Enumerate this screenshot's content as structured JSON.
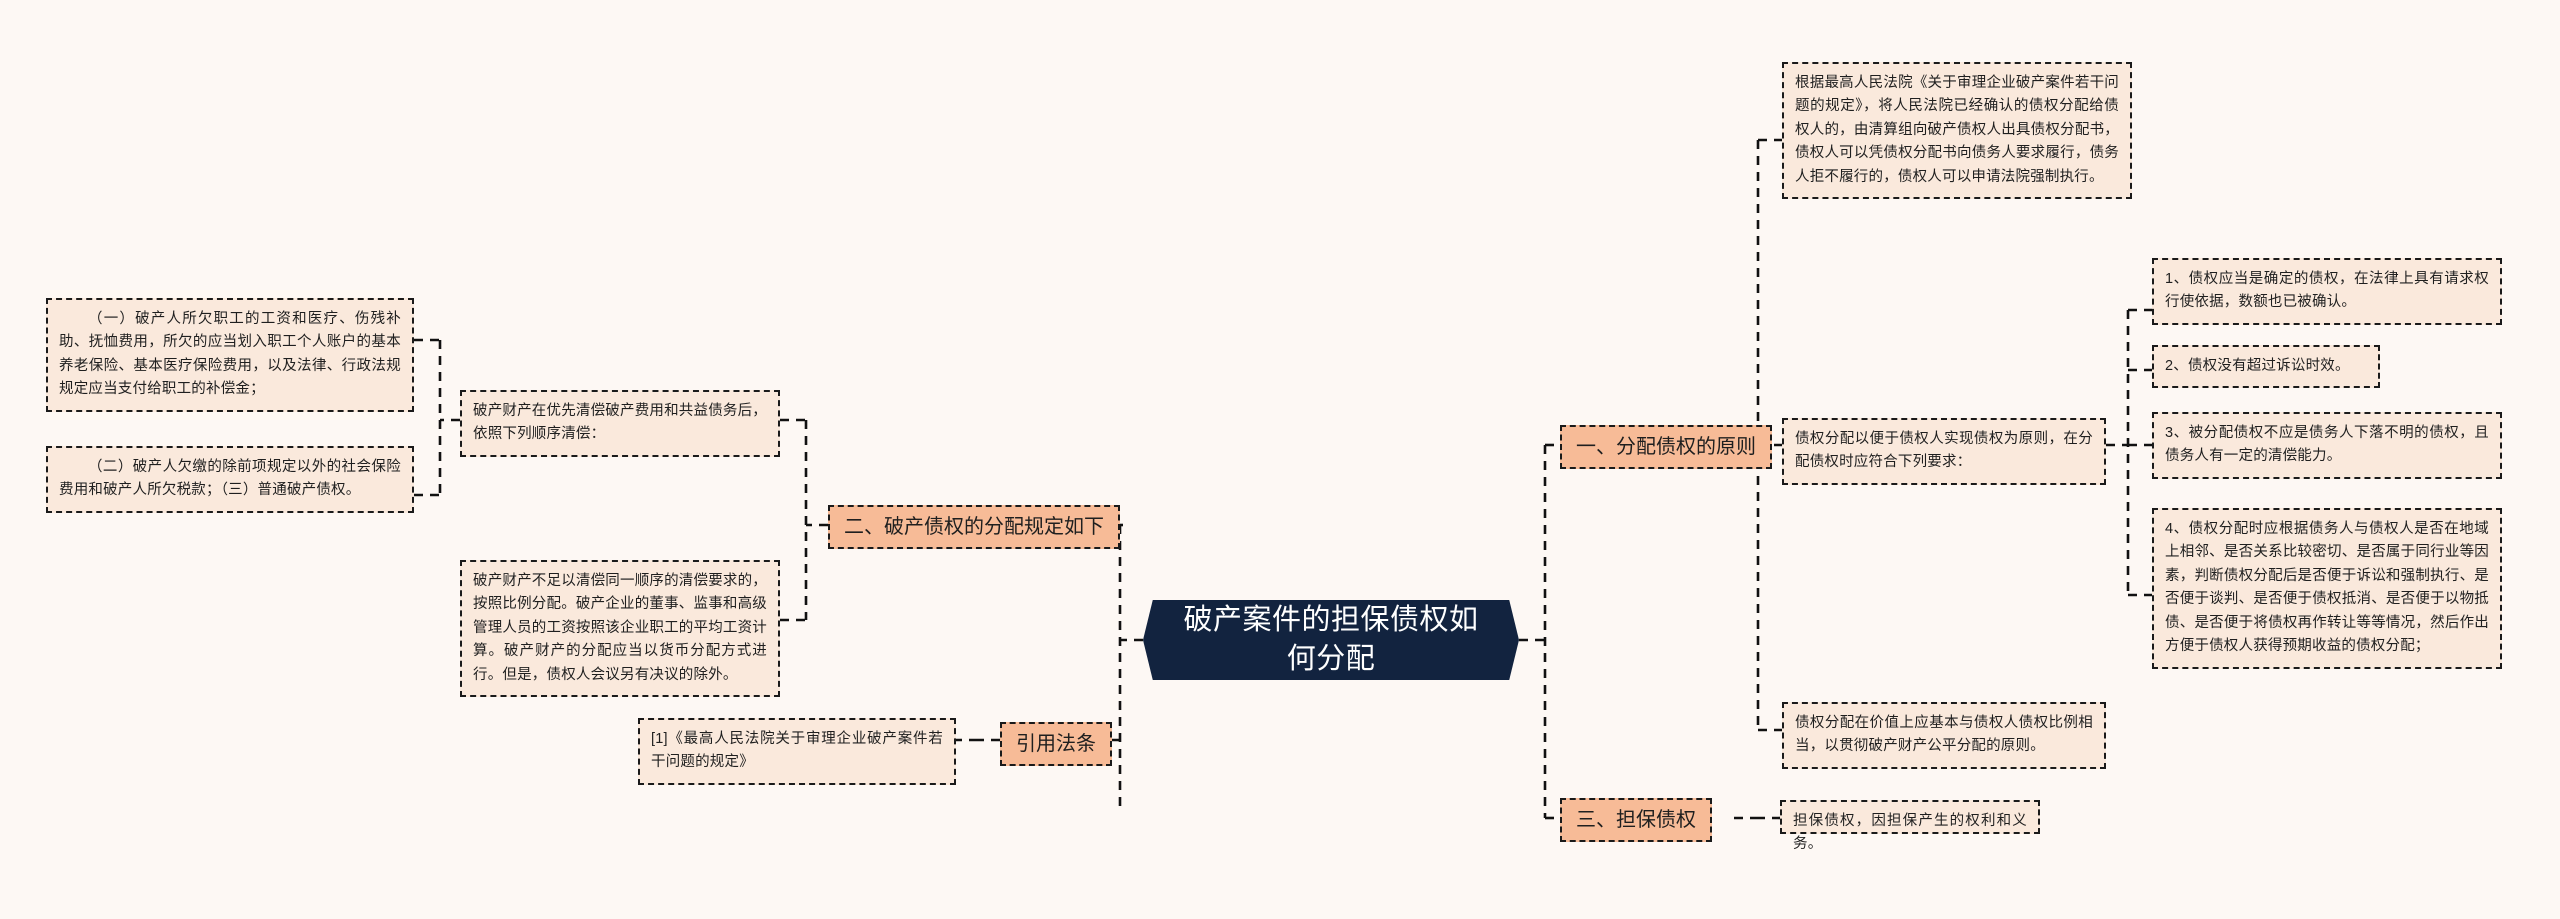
{
  "mindmap": {
    "title": "破产案件的担保债权如何分配",
    "colors": {
      "canvas_background": "#fdf8f4",
      "root_fill": "#12233f",
      "root_text": "#ffffff",
      "branch_fill": "#f7bb97",
      "leaf_fill": "#fae9dc",
      "border": "#1a1a1a",
      "connector": "#111111"
    },
    "root": {
      "label": "破产案件的担保债权如何分配"
    },
    "branches": {
      "principle": {
        "label": "一、分配债权的原则"
      },
      "distribution_rules": {
        "label": "二、破产债权的分配规定如下"
      },
      "secured_claims": {
        "label": "三、担保债权"
      },
      "cited_law": {
        "label": "引用法条"
      }
    },
    "leaves": {
      "top_right_basis": "根据最高人民法院《关于审理企业破产案件若干问题的规定》，将人民法院已经确认的债权分配给债权人的，由清算组向破产债权人出具债权分配书，债权人可以凭债权分配书向债务人要求履行，债务人拒不履行的，债权人可以申请法院强制执行。",
      "principle_intro": "债权分配以便于债权人实现债权为原则，在分配债权时应符合下列要求：",
      "principle_items": [
        "1、债权应当是确定的债权，在法律上具有请求权行使依据，数额也已被确认。",
        "2、债权没有超过诉讼时效。",
        "3、被分配债权不应是债务人下落不明的债权，且债务人有一定的清偿能力。",
        "4、债权分配时应根据债务人与债权人是否在地域上相邻、是否关系比较密切、是否属于同行业等因素，判断债权分配后是否便于诉讼和强制执行、是否便于谈判、是否便于债权抵消、是否便于以物抵债、是否便于将债权再作转让等等情况，然后作出方便于债权人获得预期收益的债权分配；"
      ],
      "principle_fairness": "债权分配在价值上应基本与债权人债权比例相当，以贯彻破产财产公平分配的原则。",
      "secured_claims_detail": "担保债权，因担保产生的权利和义务。",
      "distribution_order_intro": "破产财产在优先清偿破产费用和共益债务后，依照下列顺序清偿：",
      "distribution_order_item1": "（一）破产人所欠职工的工资和医疗、伤残补助、抚恤费用，所欠的应当划入职工个人账户的基本养老保险、基本医疗保险费用，以及法律、行政法规规定应当支付给职工的补偿金；",
      "distribution_order_item2": "（二）破产人欠缴的除前项规定以外的社会保险费用和破产人所欠税款；（三）普通破产债权。",
      "distribution_proportion": "破产财产不足以清偿同一顺序的清偿要求的，按照比例分配。破产企业的董事、监事和高级管理人员的工资按照该企业职工的平均工资计算。破产财产的分配应当以货币分配方式进行。但是，债权人会议另有决议的除外。",
      "cited_law_item": "[1]《最高人民法院关于审理企业破产案件若干问题的规定》"
    }
  }
}
